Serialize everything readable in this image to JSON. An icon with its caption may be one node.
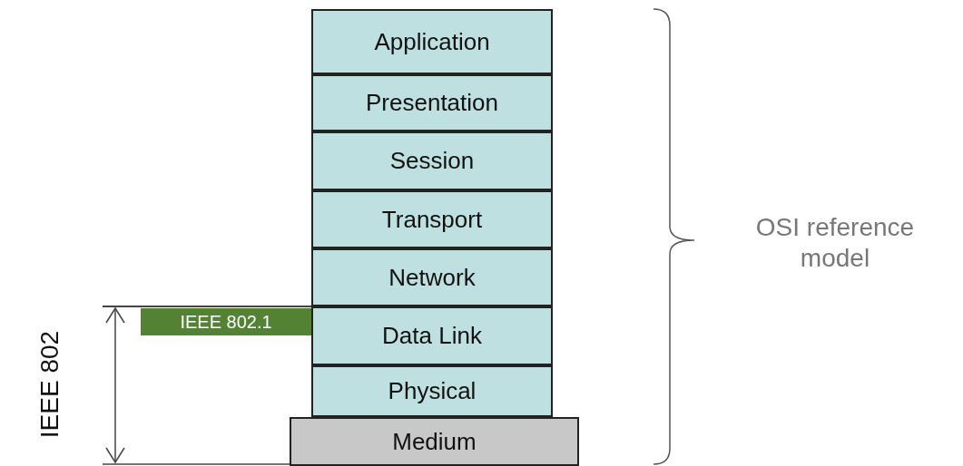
{
  "diagram": {
    "nodes": [
      {
        "text": [
          "Application"
        ]
      },
      {
        "text": [
          "Presentation"
        ]
      },
      {
        "text": [
          "Session"
        ]
      },
      {
        "text": [
          "Transport"
        ]
      },
      {
        "text": [
          "Network"
        ]
      },
      {
        "text": [
          "Data Link"
        ]
      },
      {
        "text": [
          "Physical"
        ]
      },
      {
        "text": [
          "Medium"
        ]
      },
      {
        "text": [
          "IEEE 802.1"
        ]
      }
    ],
    "edges": [],
    "labels": [
      "IEEE 802",
      "OSI reference model"
    ]
  }
}
